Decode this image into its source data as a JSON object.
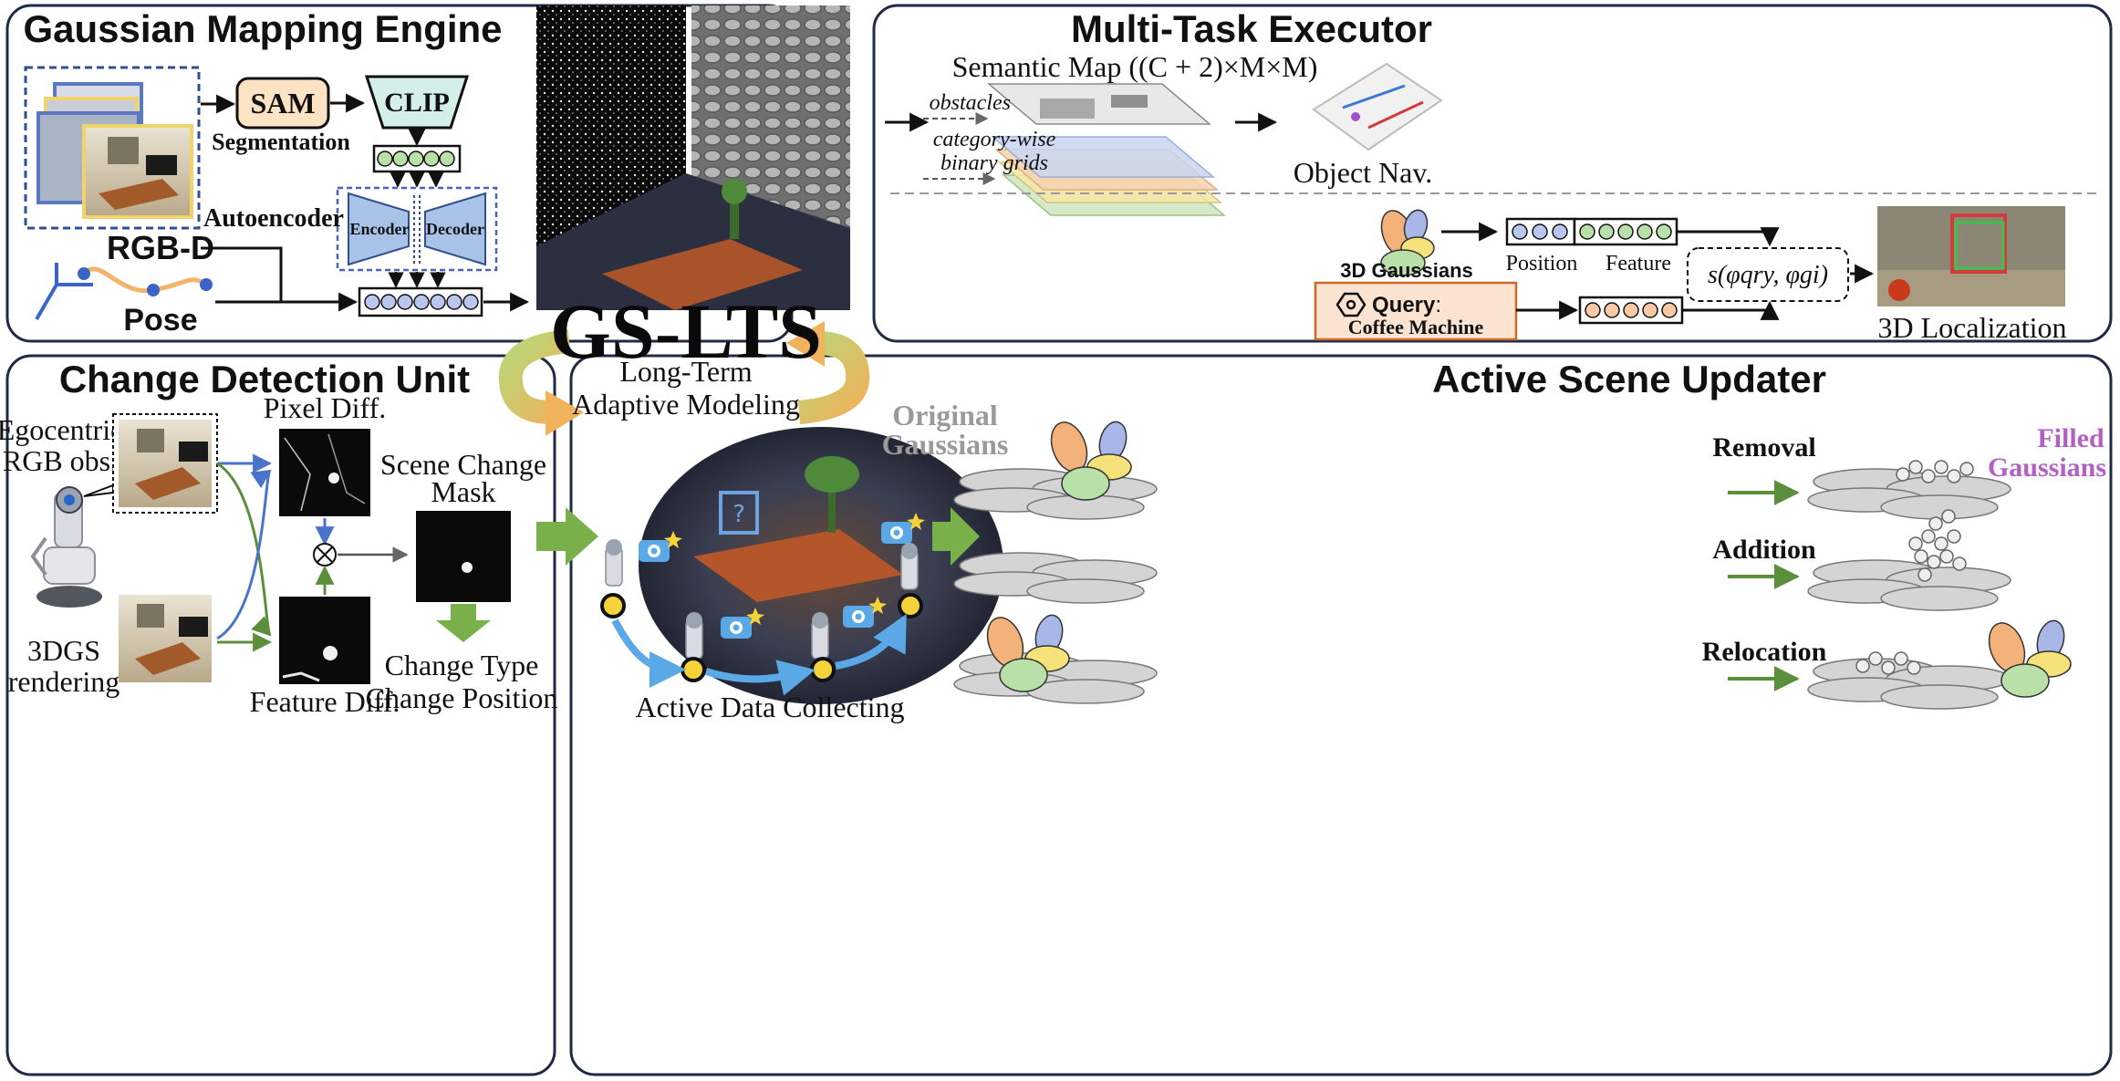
{
  "center": {
    "title": "GS-LTS",
    "subtitle_line1": "Long-Term",
    "subtitle_line2": "Adaptive Modeling"
  },
  "mapping": {
    "title": "Gaussian Mapping Engine",
    "sam": "SAM",
    "clip": "CLIP",
    "segmentation": "Segmentation",
    "autoencoder": "Autoencoder",
    "encoder": "Encoder",
    "decoder": "Decoder",
    "rgbd": "RGB-D",
    "pose": "Pose"
  },
  "executor": {
    "title": "Multi-Task Executor",
    "semantic_map": "Semantic Map ((C + 2)×M×M)",
    "obstacles": "obstacles",
    "category_line1": "category-wise",
    "category_line2": "binary grids",
    "object_nav": "Object Nav.",
    "gaussians_3d": "3D Gaussians",
    "position": "Position",
    "feature": "Feature",
    "similarity": "s(φqry, φgi)",
    "query_label": "Query",
    "query_colon": ":",
    "query_value": "Coffee Machine",
    "localization": "3D Localization"
  },
  "change": {
    "title": "Change Detection Unit",
    "ego_line1": "Egocentric",
    "ego_line2": "RGB obs.",
    "render_line1": "3DGS",
    "render_line2": "rendering",
    "pixel_diff": "Pixel Diff.",
    "feature_diff": "Feature Diff.",
    "mask_line1": "Scene Change",
    "mask_line2": "Mask",
    "change_type": "Change Type",
    "change_position": "Change Position"
  },
  "updater": {
    "title": "Active Scene Updater",
    "original_line1": "Original",
    "original_line2": "Gaussians",
    "filled_line1": "Filled",
    "filled_line2": "Gaussians",
    "removal": "Removal",
    "addition": "Addition",
    "relocation": "Relocation",
    "collecting": "Active Data Collecting"
  },
  "colors": {
    "panel_border": "#1f2a44",
    "sam_fill": "#fbe3c4",
    "clip_fill": "#d4efe7",
    "encoder_fill": "#a9c3e8",
    "dashed_blue": "#4a63b8",
    "node_green": "#b9e0a9",
    "node_blue": "#b9c7ee",
    "node_orange": "#f9c9a6",
    "flow_blue": "#4a74c9",
    "flow_green": "#5c8f3c",
    "big_arrow_green": "#79b04a",
    "cycle_arrow": "#e8b862",
    "original_gray": "#9a9a9a",
    "filled_purple": "#b35fc4",
    "active_blue": "#5aa9e6"
  }
}
